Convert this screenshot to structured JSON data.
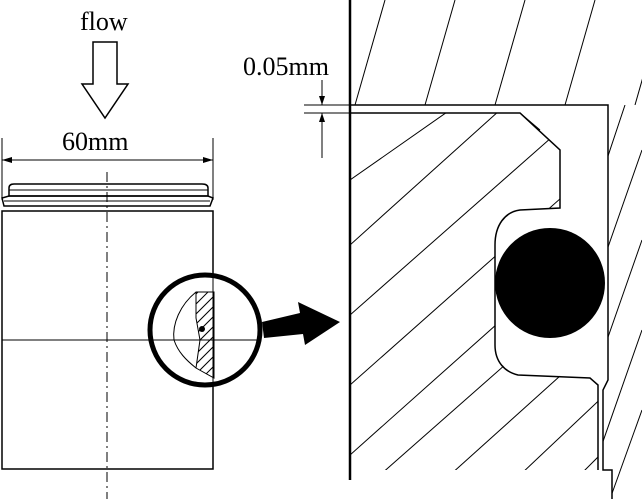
{
  "labels": {
    "flow": "flow",
    "width": "60mm",
    "gap": "0.05mm"
  },
  "icons": {
    "flow_arrow": "down-arrow-icon",
    "detail_arrow": "right-arrow-icon",
    "seal": "o-ring-icon"
  },
  "colors": {
    "line": "#000000",
    "background": "#ffffff"
  }
}
